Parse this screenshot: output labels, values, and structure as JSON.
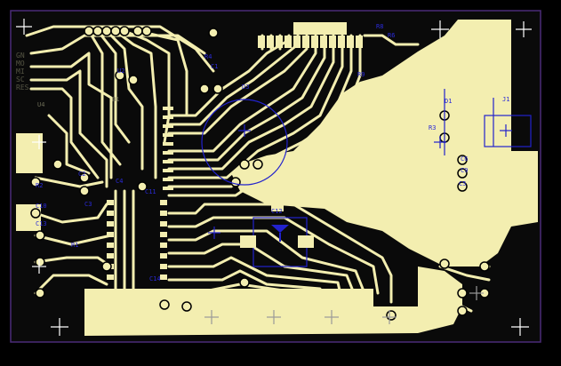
{
  "board": {
    "background": "#000000",
    "copper_color": "#f3eeb0",
    "outline_color": "#4a2a78",
    "silk_blue_color": "#2222cc",
    "silk_dark_color": "#2b2b2b"
  },
  "labels": {
    "r8": "R8",
    "r6": "R6",
    "r9": "R9",
    "r4": "R4",
    "r3": "R3",
    "r2": "R2",
    "r1": "R1",
    "c1": "C1",
    "c2": "C2",
    "c3": "C3",
    "c4": "C4",
    "c5": "C5",
    "c6": "C6",
    "c9": "C9",
    "c10": "C10",
    "c11": "C11",
    "c12": "C12",
    "c13": "C13",
    "c14": "C14",
    "u2": "U2",
    "u4": "U4",
    "d1": "D1",
    "d3": "D3",
    "b1": "B1",
    "j1": "J1",
    "left_silk": [
      "GN",
      "MO",
      "MI",
      "SC",
      "RES"
    ]
  },
  "icons": [
    "crosshair-icon",
    "transistor-icon"
  ]
}
